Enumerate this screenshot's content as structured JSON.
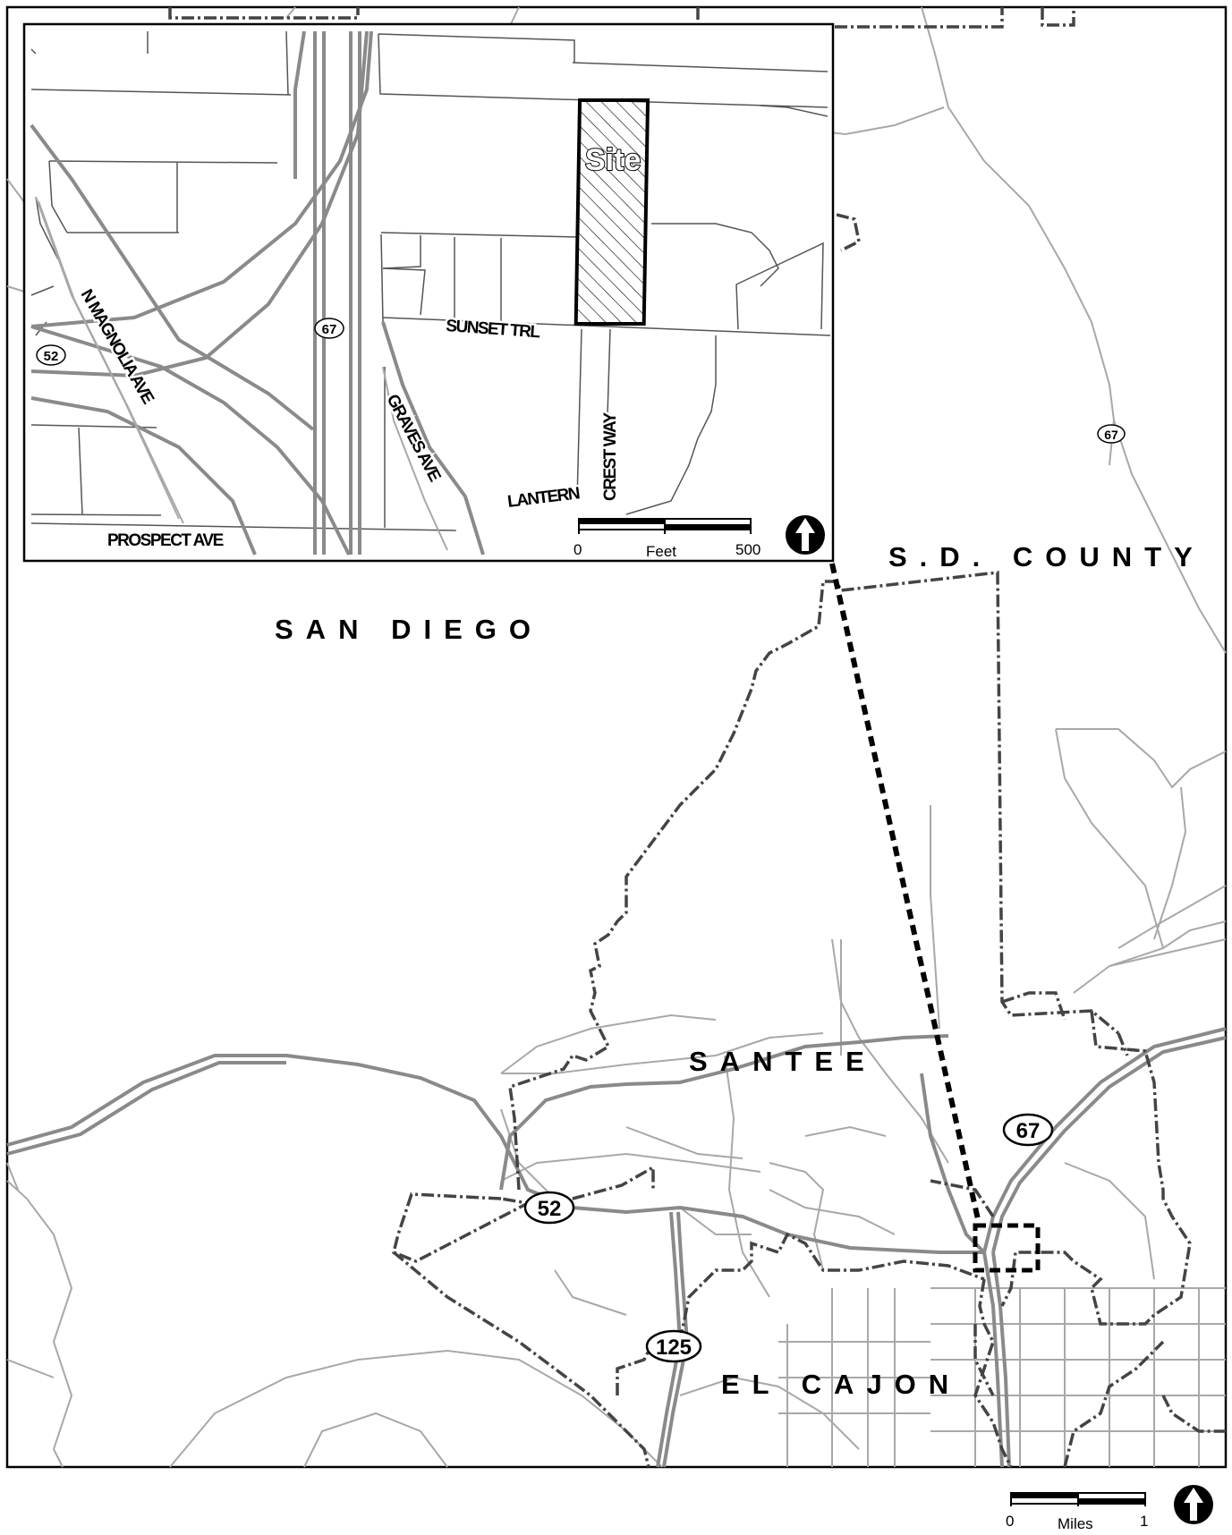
{
  "regions": {
    "san_diego": "SAN DIEGO",
    "sd_county": "S.D. COUNTY",
    "santee": "SANTEE",
    "el_cajon": "EL CAJON"
  },
  "highways": {
    "main_52": "52",
    "main_67": "67",
    "main_125": "125",
    "county_67": "67",
    "inset_52": "52",
    "inset_67": "67"
  },
  "inset": {
    "site_label": "Site",
    "streets": {
      "sunset": "SUNSET TRL",
      "magnolia": "N MAGNOLIA AVE",
      "graves": "GRAVES AVE",
      "crest": "CREST WAY",
      "lantern": "LANTERN",
      "prospect": "PROSPECT AVE"
    },
    "scale": {
      "start": "0",
      "unit": "Feet",
      "end": "500"
    }
  },
  "main_scale": {
    "start": "0",
    "unit": "Miles",
    "end": "1"
  },
  "colors": {
    "road": "#8a8a8a",
    "minor_road": "#a8a8a8",
    "boundary": "#444444",
    "frame": "#000000"
  }
}
